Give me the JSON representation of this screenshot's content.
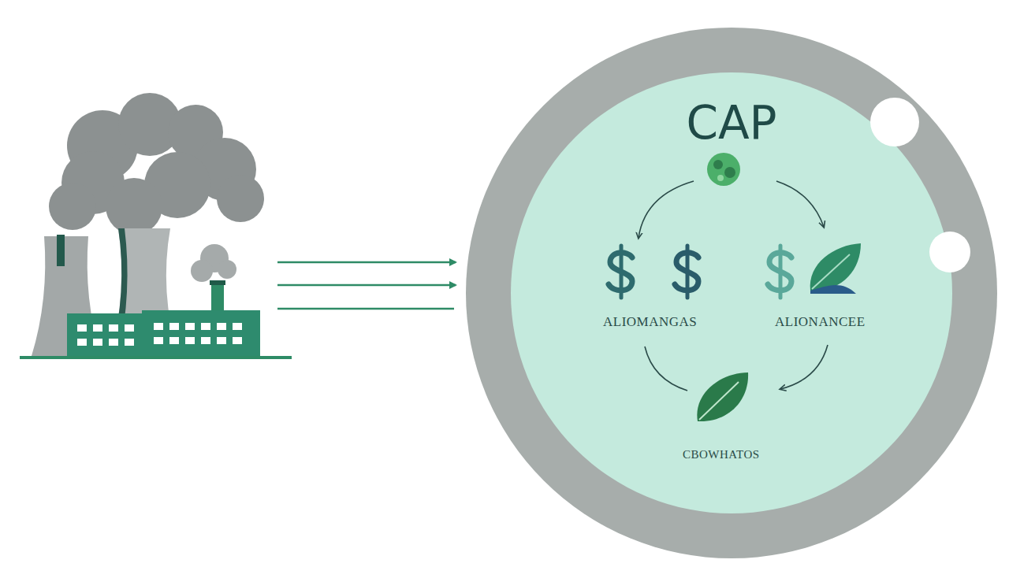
{
  "diagram": {
    "nodes": [
      {
        "text": [
          "CAP"
        ]
      }
    ],
    "labels": [
      "ALIOMANGAS",
      "ALIONANCEE",
      "CBOWHATOS"
    ]
  }
}
